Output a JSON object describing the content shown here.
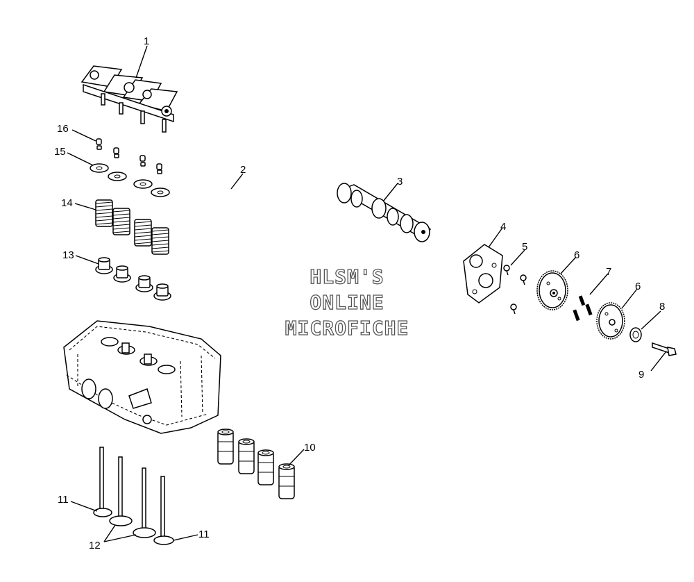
{
  "callouts": {
    "c1": "1",
    "c2": "2",
    "c3": "3",
    "c4": "4",
    "c5": "5",
    "c6a": "6",
    "c6b": "6",
    "c7": "7",
    "c8": "8",
    "c9": "9",
    "c10": "10",
    "c11a": "11",
    "c11b": "11",
    "c12": "12",
    "c13": "13",
    "c14": "14",
    "c15": "15",
    "c16": "16"
  },
  "watermark": {
    "line1": "HLSM'S",
    "line2": "ONLINE",
    "line3": "MICROFICHE"
  },
  "colors": {
    "ink": "#000000",
    "background": "#ffffff",
    "watermark_outline": "#555555"
  }
}
